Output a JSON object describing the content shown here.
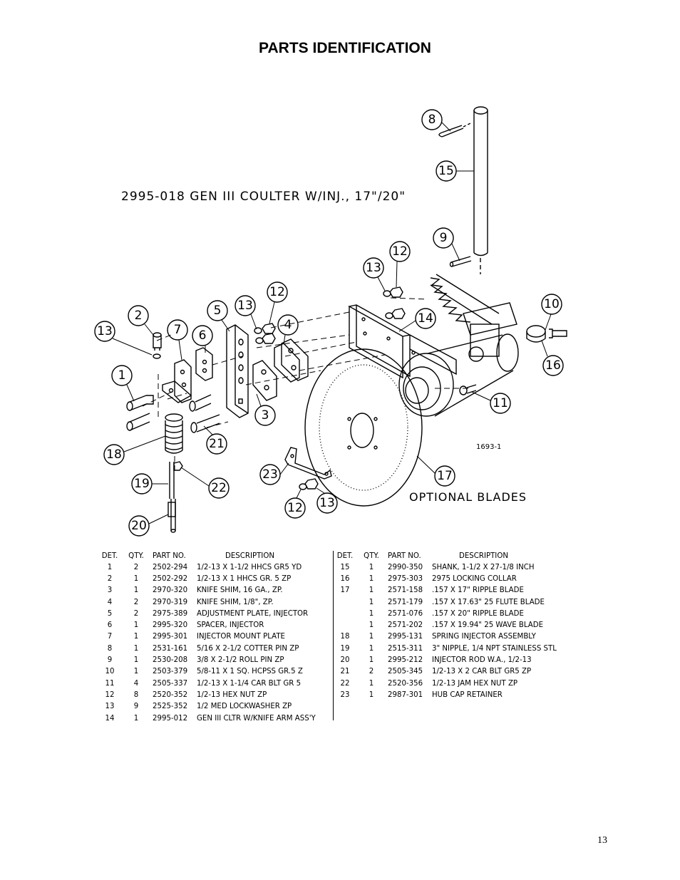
{
  "page": {
    "title": "PARTS IDENTIFICATION",
    "page_number": "13"
  },
  "drawing": {
    "assembly_title": "2995-018 GEN III COULTER W/INJ., 17\"/20\"",
    "optional_blades_label": "OPTIONAL BLADES",
    "drawing_number": "1693-1",
    "callouts": [
      "8",
      "15",
      "9",
      "12",
      "13",
      "12",
      "13",
      "14",
      "10",
      "16",
      "2",
      "13",
      "7",
      "6",
      "5",
      "4",
      "1",
      "3",
      "11",
      "21",
      "18",
      "17",
      "19",
      "22",
      "23",
      "12",
      "13",
      "20"
    ]
  },
  "parts_table": {
    "headers": {
      "det": "DET.",
      "qty": "QTY.",
      "part_no": "PART NO.",
      "description": "DESCRIPTION"
    },
    "left_rows": [
      {
        "det": "1",
        "qty": "2",
        "part_no": "2502-294",
        "desc": "1/2-13 X 1-1/2 HHCS GR5 YD"
      },
      {
        "det": "2",
        "qty": "1",
        "part_no": "2502-292",
        "desc": "1/2-13 X 1 HHCS GR. 5 ZP"
      },
      {
        "det": "3",
        "qty": "1",
        "part_no": "2970-320",
        "desc": "KNIFE SHIM, 16 GA., ZP."
      },
      {
        "det": "4",
        "qty": "2",
        "part_no": "2970-319",
        "desc": "KNIFE SHIM, 1/8\", ZP."
      },
      {
        "det": "5",
        "qty": "2",
        "part_no": "2975-389",
        "desc": "ADJUSTMENT PLATE, INJECTOR"
      },
      {
        "det": "6",
        "qty": "1",
        "part_no": "2995-320",
        "desc": "SPACER, INJECTOR"
      },
      {
        "det": "7",
        "qty": "1",
        "part_no": "2995-301",
        "desc": "INJECTOR MOUNT PLATE"
      },
      {
        "det": "8",
        "qty": "1",
        "part_no": "2531-161",
        "desc": "5/16 X 2-1/2 COTTER PIN ZP"
      },
      {
        "det": "9",
        "qty": "1",
        "part_no": "2530-208",
        "desc": "3/8 X 2-1/2 ROLL PIN ZP"
      },
      {
        "det": "10",
        "qty": "1",
        "part_no": "2503-379",
        "desc": "5/8-11 X 1 SQ. HCPSS GR.5 Z"
      },
      {
        "det": "11",
        "qty": "4",
        "part_no": "2505-337",
        "desc": "1/2-13 X 1-1/4 CAR BLT GR 5"
      },
      {
        "det": "12",
        "qty": "8",
        "part_no": "2520-352",
        "desc": "1/2-13 HEX NUT ZP"
      },
      {
        "det": "13",
        "qty": "9",
        "part_no": "2525-352",
        "desc": "1/2 MED LOCKWASHER ZP"
      },
      {
        "det": "14",
        "qty": "1",
        "part_no": "2995-012",
        "desc": "GEN III CLTR W/KNIFE ARM ASS'Y"
      }
    ],
    "right_rows": [
      {
        "det": "15",
        "qty": "1",
        "part_no": "2990-350",
        "desc": "SHANK, 1-1/2 X 27-1/8 INCH"
      },
      {
        "det": "16",
        "qty": "1",
        "part_no": "2975-303",
        "desc": "2975 LOCKING COLLAR"
      },
      {
        "det": "17",
        "qty": "1",
        "part_no": "2571-158",
        "desc": ".157 X 17\" RIPPLE BLADE"
      },
      {
        "det": "",
        "qty": "1",
        "part_no": "2571-179",
        "desc": ".157 X 17.63\" 25 FLUTE BLADE"
      },
      {
        "det": "",
        "qty": "1",
        "part_no": "2571-076",
        "desc": ".157 X 20\" RIPPLE BLADE"
      },
      {
        "det": "",
        "qty": "1",
        "part_no": "2571-202",
        "desc": ".157 X 19.94\" 25 WAVE BLADE"
      },
      {
        "det": "18",
        "qty": "1",
        "part_no": "2995-131",
        "desc": "SPRING INJECTOR ASSEMBLY"
      },
      {
        "det": "19",
        "qty": "1",
        "part_no": "2515-311",
        "desc": "3\" NIPPLE, 1/4 NPT STAINLESS STL"
      },
      {
        "det": "20",
        "qty": "1",
        "part_no": "2995-212",
        "desc": "INJECTOR ROD W.A., 1/2-13"
      },
      {
        "det": "21",
        "qty": "2",
        "part_no": "2505-345",
        "desc": "1/2-13 X 2 CAR BLT GR5 ZP"
      },
      {
        "det": "22",
        "qty": "1",
        "part_no": "2520-356",
        "desc": "1/2-13 JAM HEX NUT ZP"
      },
      {
        "det": "23",
        "qty": "1",
        "part_no": "2987-301",
        "desc": "HUB CAP RETAINER"
      }
    ]
  }
}
